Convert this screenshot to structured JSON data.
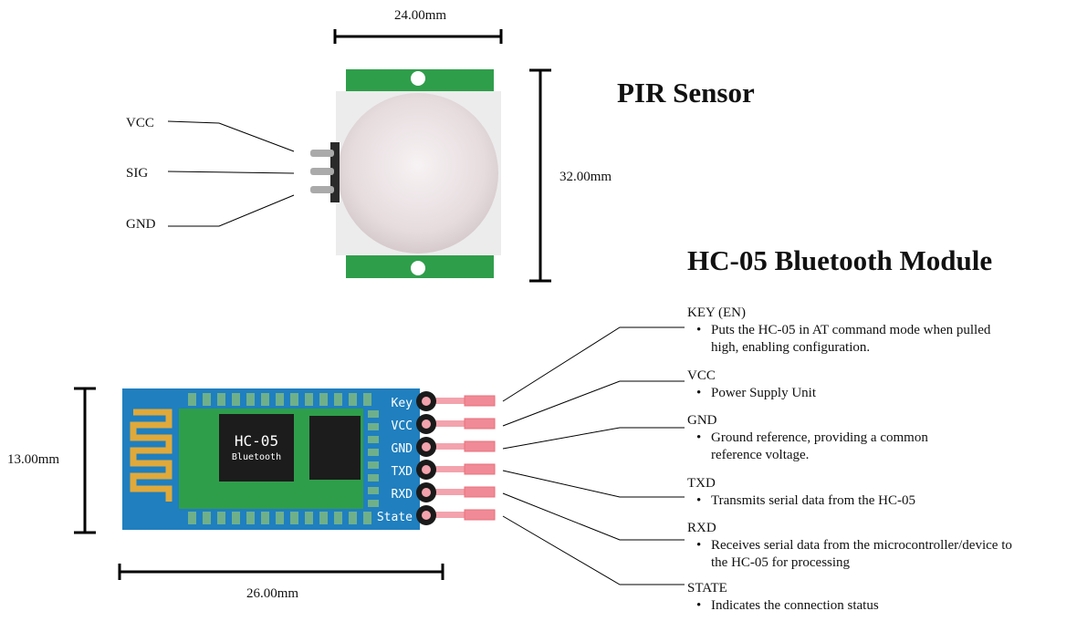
{
  "pir": {
    "title": "PIR Sensor",
    "width_dim": "24.00mm",
    "height_dim": "32.00mm",
    "pins": [
      "VCC",
      "SIG",
      "GND"
    ]
  },
  "hc05": {
    "title": "HC-05 Bluetooth Module",
    "width_dim": "26.00mm",
    "height_dim": "13.00mm",
    "chip_label": "HC-05",
    "chip_sub": "Bluetooth",
    "board_pins": [
      "Key",
      "VCC",
      "GND",
      "TXD",
      "RXD",
      "State"
    ],
    "descriptions": [
      {
        "name": "KEY (EN)",
        "lines": [
          "Puts the HC-05 in AT command mode when pulled",
          "high, enabling configuration."
        ]
      },
      {
        "name": "VCC",
        "lines": [
          "Power Supply Unit"
        ]
      },
      {
        "name": "GND",
        "lines": [
          "Ground reference, providing a common",
          "reference voltage."
        ]
      },
      {
        "name": "TXD",
        "lines": [
          "Transmits serial data from the HC-05"
        ]
      },
      {
        "name": "RXD",
        "lines": [
          "Receives serial data from the microcontroller/device to",
          "the HC-05 for processing"
        ]
      },
      {
        "name": "STATE",
        "lines": [
          "Indicates the connection status"
        ]
      }
    ]
  },
  "colors": {
    "pcb_green": "#2f9e4b",
    "bt_blue": "#1f7fbf",
    "antenna": "#e0a93a",
    "pin_pink": "#f3a3ad",
    "chip": "#1c1c1c"
  }
}
